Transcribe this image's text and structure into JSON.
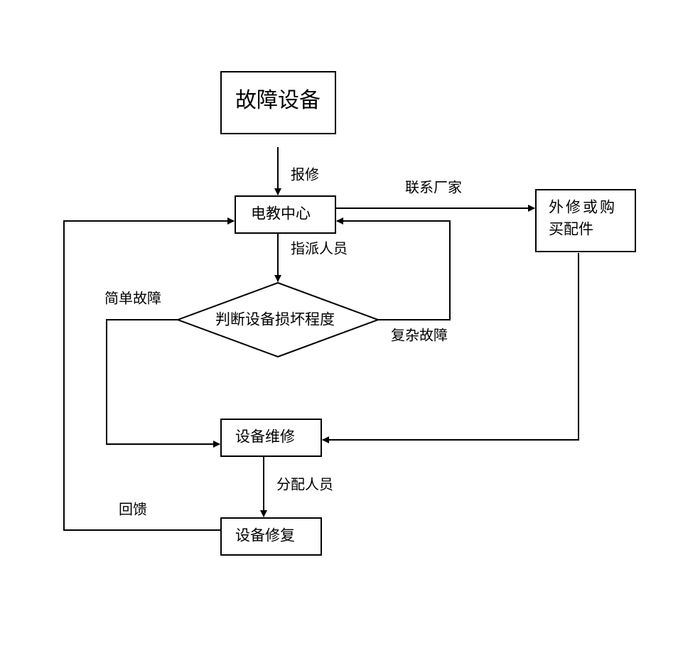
{
  "nodes": {
    "faulty_device": "故障设备",
    "av_center": "电教中心",
    "judge_damage": "判断设备损坏程度",
    "outsource_line1": "外修或购",
    "outsource_line2": "买配件",
    "device_repair": "设备维修",
    "device_fixed": "设备修复"
  },
  "edge_labels": {
    "report_repair": "报修",
    "assign_staff": "指派人员",
    "contact_vendor": "联系厂家",
    "simple_fault": "简单故障",
    "complex_fault": "复杂故障",
    "allocate_staff": "分配人员",
    "feedback": "回馈"
  },
  "colors": {
    "stroke": "#000000",
    "background": "#ffffff"
  }
}
